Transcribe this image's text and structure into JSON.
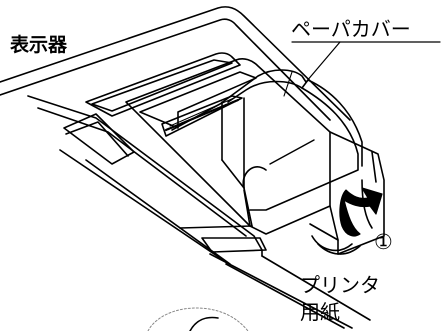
{
  "labels": {
    "display": "表示器",
    "paper_cover": "ペーパカバー",
    "step": "①",
    "printer_paper_line1": "プリンタ",
    "printer_paper_line2": "用紙"
  },
  "colors": {
    "line": "#000000",
    "background": "#ffffff",
    "guide_circle": "#888888"
  },
  "icons": {
    "direction_arrow": "curved-arrow-icon"
  }
}
